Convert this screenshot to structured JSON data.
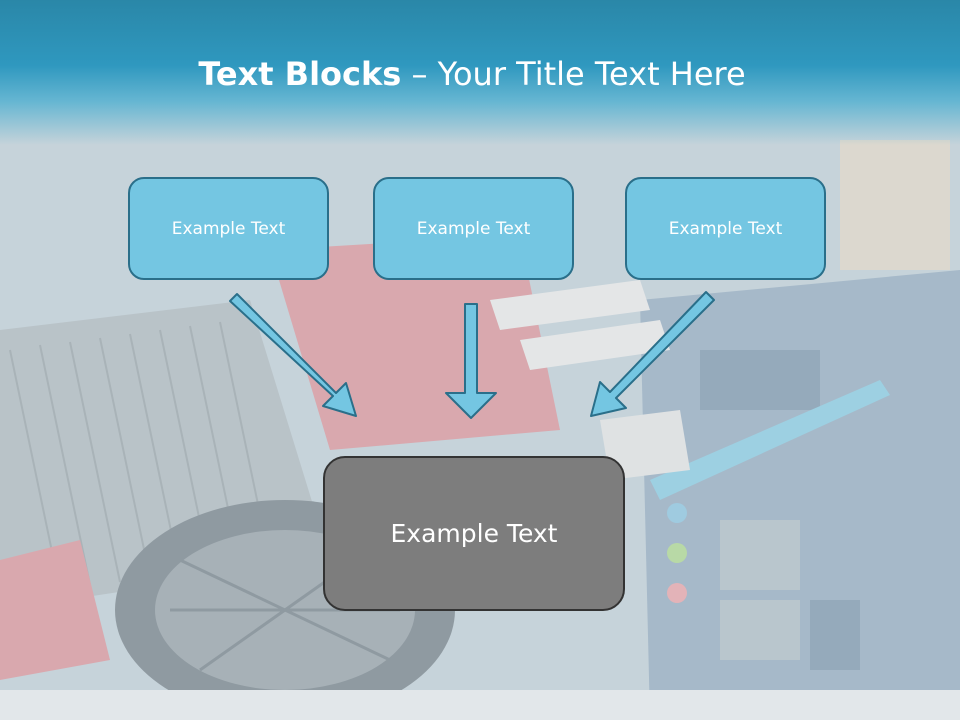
{
  "slide": {
    "title_bold": "Text Blocks",
    "title_rest": " – Your Title Text Here"
  },
  "blocks": [
    {
      "label": "Example Text"
    },
    {
      "label": "Example Text"
    },
    {
      "label": "Example Text"
    }
  ],
  "center_block": {
    "label": "Example Text"
  },
  "colors": {
    "title_bar": "#2f98bf",
    "block_fill": "#74c6e2",
    "block_border": "#2a6f8a",
    "center_fill": "#7d7d7d",
    "arrow_fill": "#74c6e2"
  }
}
